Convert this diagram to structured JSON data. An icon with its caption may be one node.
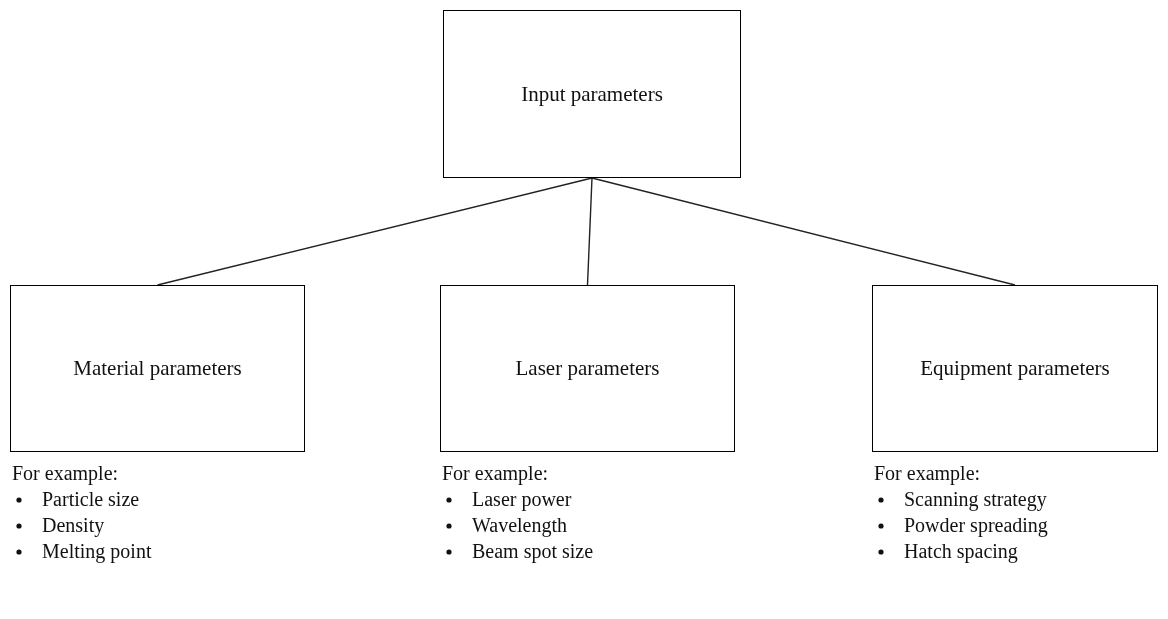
{
  "diagram": {
    "nodes": [
      {
        "text": [
          "Input parameters"
        ]
      },
      {
        "text": [
          "Material parameters"
        ],
        "beside": [
          "For example:",
          "Particle size",
          "Density",
          "Melting point"
        ]
      },
      {
        "text": [
          "Laser parameters"
        ],
        "beside": [
          "For example:",
          "Laser power",
          "Wavelength",
          "Beam spot size"
        ]
      },
      {
        "text": [
          "Equipment parameters"
        ],
        "beside": [
          "For example:",
          "Scanning strategy",
          "Powder spreading",
          "Hatch spacing"
        ]
      }
    ],
    "edges": [
      {
        "from": 0,
        "to": 1,
        "arrow": "none"
      },
      {
        "from": 0,
        "to": 2,
        "arrow": "none"
      },
      {
        "from": 0,
        "to": 3,
        "arrow": "none"
      }
    ]
  }
}
